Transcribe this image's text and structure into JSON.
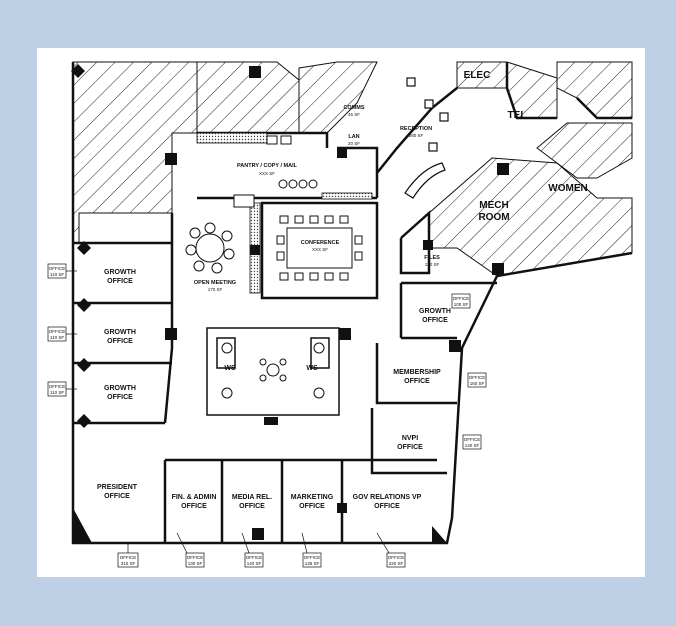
{
  "rooms": {
    "elec": "ELEC",
    "tel": "TEL",
    "women": "WOMEN",
    "mech_l1": "MECH",
    "mech_l2": "ROOM",
    "comms": "COMMS",
    "comms_area": "45 SF",
    "lan": "LAN",
    "lan_area": "20 SF",
    "reception": "RECEPTION",
    "reception_area": "280 SF",
    "pantry": "PANTRY / COPY / MAIL",
    "pantry_area": "XXX SF",
    "conference": "CONFERENCE",
    "conference_area": "XXX SF",
    "open_meeting": "OPEN MEETING",
    "open_meeting_area": "170 SF",
    "files": "FILES",
    "files_area": "120 SF",
    "ws_left": "WS",
    "ws_right": "WS",
    "growth_1_l1": "GROWTH",
    "growth_1_l2": "OFFICE",
    "growth_2_l1": "GROWTH",
    "growth_2_l2": "OFFICE",
    "growth_3_l1": "GROWTH",
    "growth_3_l2": "OFFICE",
    "growth_right_l1": "GROWTH",
    "growth_right_l2": "OFFICE",
    "membership_l1": "MEMBERSHIP",
    "membership_l2": "OFFICE",
    "nvpi_l1": "NVPI",
    "nvpi_l2": "OFFICE",
    "president_l1": "PRESIDENT",
    "president_l2": "OFFICE",
    "fin_admin_l1": "FIN. & ADMIN",
    "fin_admin_l2": "OFFICE",
    "media_rel_l1": "MEDIA REL.",
    "media_rel_l2": "OFFICE",
    "marketing_l1": "MARKETING",
    "marketing_l2": "OFFICE",
    "gov_relations_l1": "GOV RELATIONS VP",
    "gov_relations_l2": "OFFICE"
  },
  "tags": {
    "left_1": {
      "label": "OFFICE",
      "area": "110 SF"
    },
    "left_2": {
      "label": "OFFICE",
      "area": "110 SF"
    },
    "left_3": {
      "label": "OFFICE",
      "area": "110 SF"
    },
    "growth_right": {
      "label": "OFFICE",
      "area": "100 SF"
    },
    "membership": {
      "label": "OFFICE",
      "area": "160 SF"
    },
    "nvpi": {
      "label": "OFFICE",
      "area": "140 SF"
    },
    "president": {
      "label": "OFFICE",
      "area": "310 SF"
    },
    "fin_admin": {
      "label": "OFFICE",
      "area": "130 SF"
    },
    "media_rel": {
      "label": "OFFICE",
      "area": "140 SF"
    },
    "marketing": {
      "label": "OFFICE",
      "area": "135 SF"
    },
    "gov_relations": {
      "label": "OFFICE",
      "area": "220 SF"
    }
  }
}
